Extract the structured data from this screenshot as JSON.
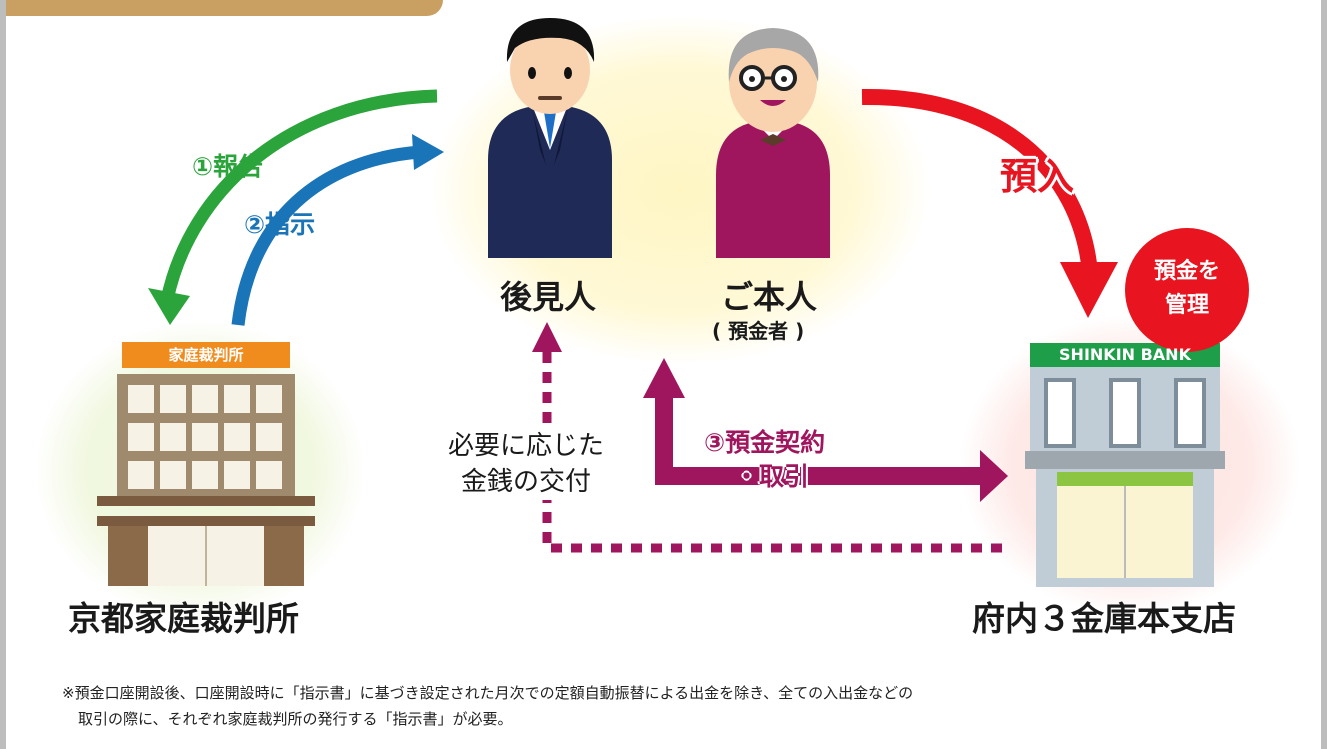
{
  "labels": {
    "report": "①報告",
    "instruction": "②指示",
    "deposit": "預入",
    "guardian": "後見人",
    "principal": "ご本人",
    "depositor": "( 預金者 )",
    "cash_line1": "必要に応じた",
    "cash_line2": "金銭の交付",
    "contract_line1": "③預金契約",
    "contract_line2": "・取引",
    "court": "京都家庭裁判所",
    "bank": "府内３金庫本支店",
    "court_sign": "家庭裁判所",
    "bank_sign": "SHINKIN BANK",
    "badge_line1": "預金を",
    "badge_line2": "管理"
  },
  "note": {
    "line1": "※預金口座開設後、口座開設時に「指示書」に基づき設定された月次での定額自動振替による出金を除き、全ての入出金などの",
    "line2": "取引の際に、それぞれ家庭裁判所の発行する「指示書」が必要。"
  },
  "colors": {
    "report_arrow": "#2aa43b",
    "instruction_arrow": "#1a74b8",
    "deposit_arrow": "#e8141f",
    "contract_arrow": "#a0165e",
    "badge": "#e8141f",
    "court_sign": "#f08c1e",
    "bank_sign": "#1f9e4a",
    "tab": "#c9a062"
  }
}
